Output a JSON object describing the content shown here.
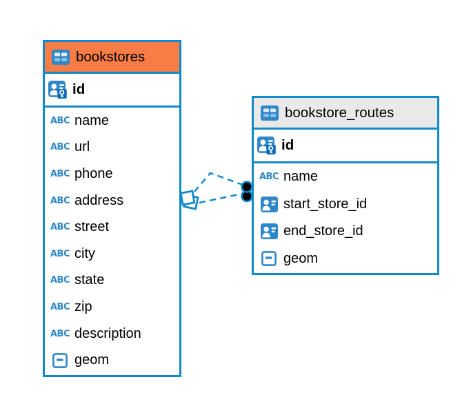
{
  "diagram": {
    "type": "entity-relationship",
    "background": "#ffffff"
  },
  "colors": {
    "accent_blue": "#1188c9",
    "icon_blue": "#2e87c9",
    "header_orange": "#f87c45",
    "header_gray": "#e9e9e9",
    "marker_black": "#000000",
    "text_color": "#000000"
  },
  "icon_glyphs": {
    "text_type": "ABC"
  },
  "tables": {
    "bookstores": {
      "title": "bookstores",
      "pk": "id",
      "columns": [
        "name",
        "url",
        "phone",
        "address",
        "street",
        "city",
        "state",
        "zip",
        "description",
        "geom"
      ]
    },
    "bookstore_routes": {
      "title": "bookstore_routes",
      "pk": "id",
      "columns": [
        "name",
        "start_store_id",
        "end_store_id",
        "geom"
      ]
    }
  },
  "relationships": [
    {
      "from": "bookstores.id",
      "to": "bookstore_routes.start_store_id",
      "style": "dashed"
    },
    {
      "from": "bookstores.id",
      "to": "bookstore_routes.end_store_id",
      "style": "dashed"
    }
  ]
}
